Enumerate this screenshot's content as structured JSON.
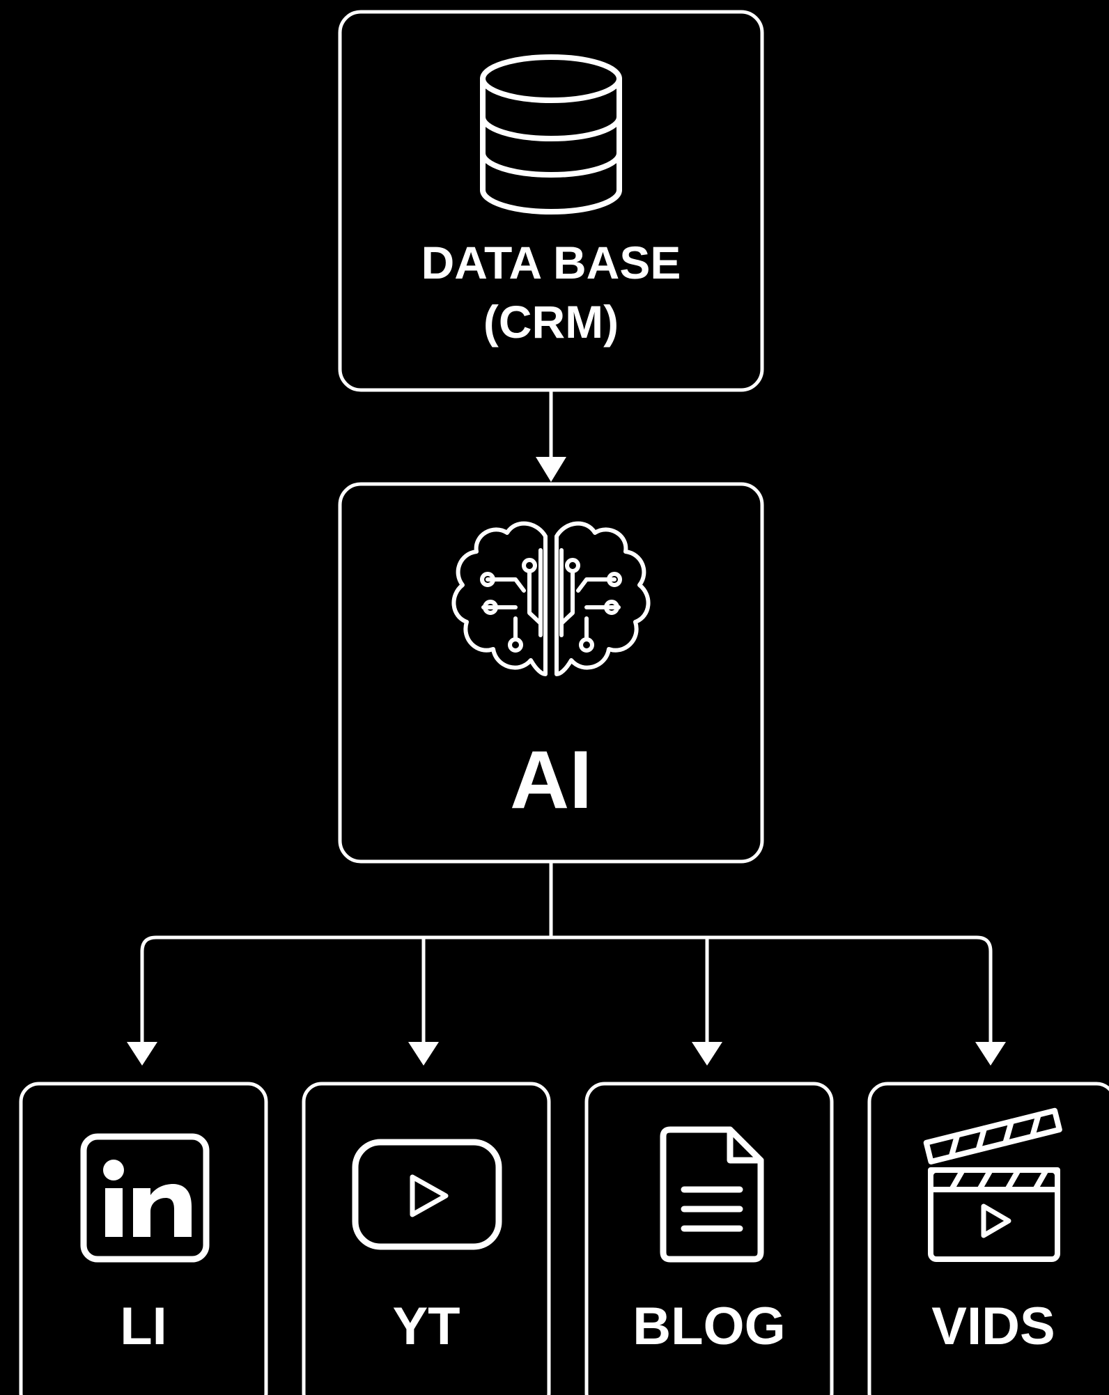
{
  "nodes": {
    "database": {
      "label_line1": "DATA BASE",
      "label_line2": "(CRM)",
      "icon": "database-icon"
    },
    "ai": {
      "label": "AI",
      "icon": "brain-circuit-icon"
    },
    "outputs": [
      {
        "label": "LI",
        "icon": "linkedin-icon"
      },
      {
        "label": "YT",
        "icon": "youtube-icon"
      },
      {
        "label": "BLOG",
        "icon": "document-icon"
      },
      {
        "label": "VIDS",
        "icon": "clapperboard-icon"
      }
    ]
  },
  "edges": [
    {
      "from": "database",
      "to": "ai"
    },
    {
      "from": "ai",
      "to": "LI"
    },
    {
      "from": "ai",
      "to": "YT"
    },
    {
      "from": "ai",
      "to": "BLOG"
    },
    {
      "from": "ai",
      "to": "VIDS"
    }
  ],
  "colors": {
    "background": "#000000",
    "foreground": "#ffffff"
  }
}
